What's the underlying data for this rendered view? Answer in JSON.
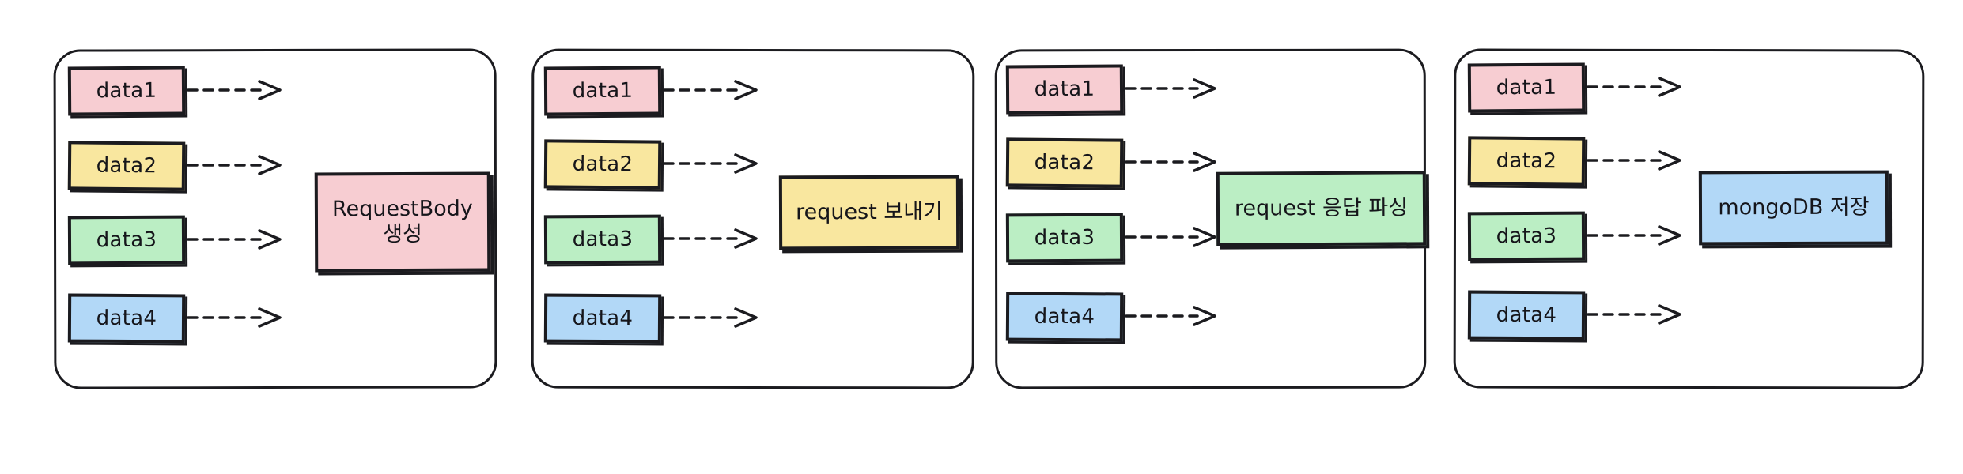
{
  "diagram": {
    "type": "flow-pipeline",
    "title": "",
    "orientation": "horizontal",
    "panel_count": 4,
    "background_color": "#ffffff",
    "stroke_color": "#1b1b1f",
    "arrow_style": "dashed-open-arrow",
    "colors": {
      "pink": "#f7cdd2",
      "yellow": "#f9e79f",
      "green": "#bbeec4",
      "blue": "#b2d8f7",
      "stroke": "#1b1b1f",
      "text": "#15151a",
      "panel_border": "#1b1b1f"
    },
    "data_labels": [
      "data1",
      "data2",
      "data3",
      "data4"
    ],
    "data_colors": [
      "pink",
      "yellow",
      "green",
      "blue"
    ],
    "panels": [
      {
        "index": 1,
        "items": [
          {
            "label": "data1",
            "color": "#f7cdd2"
          },
          {
            "label": "data2",
            "color": "#f9e79f"
          },
          {
            "label": "data3",
            "color": "#bbeec4"
          },
          {
            "label": "data4",
            "color": "#b2d8f7"
          }
        ],
        "process": {
          "label": "RequestBody\n생성",
          "color": "#f7cdd2",
          "lines": [
            "RequestBody",
            "생성"
          ]
        }
      },
      {
        "index": 2,
        "items": [
          {
            "label": "data1",
            "color": "#f7cdd2"
          },
          {
            "label": "data2",
            "color": "#f9e79f"
          },
          {
            "label": "data3",
            "color": "#bbeec4"
          },
          {
            "label": "data4",
            "color": "#b2d8f7"
          }
        ],
        "process": {
          "label": "request 보내기",
          "color": "#f9e79f",
          "lines": [
            "request 보내기"
          ]
        }
      },
      {
        "index": 3,
        "items": [
          {
            "label": "data1",
            "color": "#f7cdd2"
          },
          {
            "label": "data2",
            "color": "#f9e79f"
          },
          {
            "label": "data3",
            "color": "#bbeec4"
          },
          {
            "label": "data4",
            "color": "#b2d8f7"
          }
        ],
        "process": {
          "label": "request 응답 파싱",
          "color": "#bbeec4",
          "lines": [
            "request 응답 파싱"
          ]
        }
      },
      {
        "index": 4,
        "items": [
          {
            "label": "data1",
            "color": "#f7cdd2"
          },
          {
            "label": "data2",
            "color": "#f9e79f"
          },
          {
            "label": "data3",
            "color": "#bbeec4"
          },
          {
            "label": "data4",
            "color": "#b2d8f7"
          }
        ],
        "process": {
          "label": "mongoDB 저장",
          "color": "#b2d8f7",
          "lines": [
            "mongoDB 저장"
          ]
        }
      }
    ]
  }
}
